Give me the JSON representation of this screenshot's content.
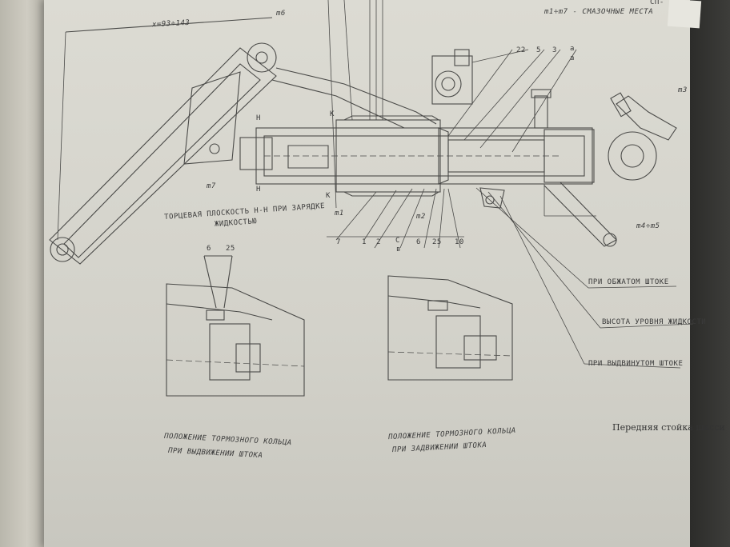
{
  "page": {
    "header_note": "m1÷m7 - СМАЗОЧНЫЕ МЕСТА",
    "corner_code": "СП-",
    "caption": "Передняя стойка шасси",
    "dimension": "x=93÷143"
  },
  "labels": {
    "m6": "m6",
    "m7": "m7",
    "m1": "m1",
    "m2": "m2",
    "m3": "m3",
    "m4m5": "m4÷m5",
    "h_top": "H",
    "h_bottom": "H",
    "k_top": "K",
    "k_bottom": "K",
    "n22": "22",
    "n5": "5",
    "n3": "3",
    "a_top": "a",
    "a_bottom": "a",
    "n7": "7",
    "n1": "1",
    "n2": "2",
    "c_letter": "C",
    "b_letter": "в",
    "n6": "6",
    "n25": "25",
    "n10": "10",
    "left_detail_6": "6",
    "left_detail_25": "25"
  },
  "notes": {
    "end_plane_1": "ТОРЦЕВАЯ ПЛОСКОСТЬ Н-Н ПРИ ЗАРЯДКЕ",
    "end_plane_2": "ЖИДКОСТЬЮ",
    "rod_compressed": "ПРИ ОБЖАТОМ ШТОКЕ",
    "fluid_level": "ВЫСОТА УРОВНЯ ЖИДКОСТИ",
    "rod_extended": "ПРИ ВЫДВИНУТОМ ШТОКЕ"
  },
  "details": {
    "left_line1": "ПОЛОЖЕНИЕ ТОРМОЗНОГО КОЛЬЦА",
    "left_line2": "ПРИ ВЫДВИЖЕНИИ ШТОКА",
    "right_line1": "ПОЛОЖЕНИЕ ТОРМОЗНОГО КОЛЬЦА",
    "right_line2": "ПРИ ЗАДВИЖЕНИИ ШТОКА"
  }
}
